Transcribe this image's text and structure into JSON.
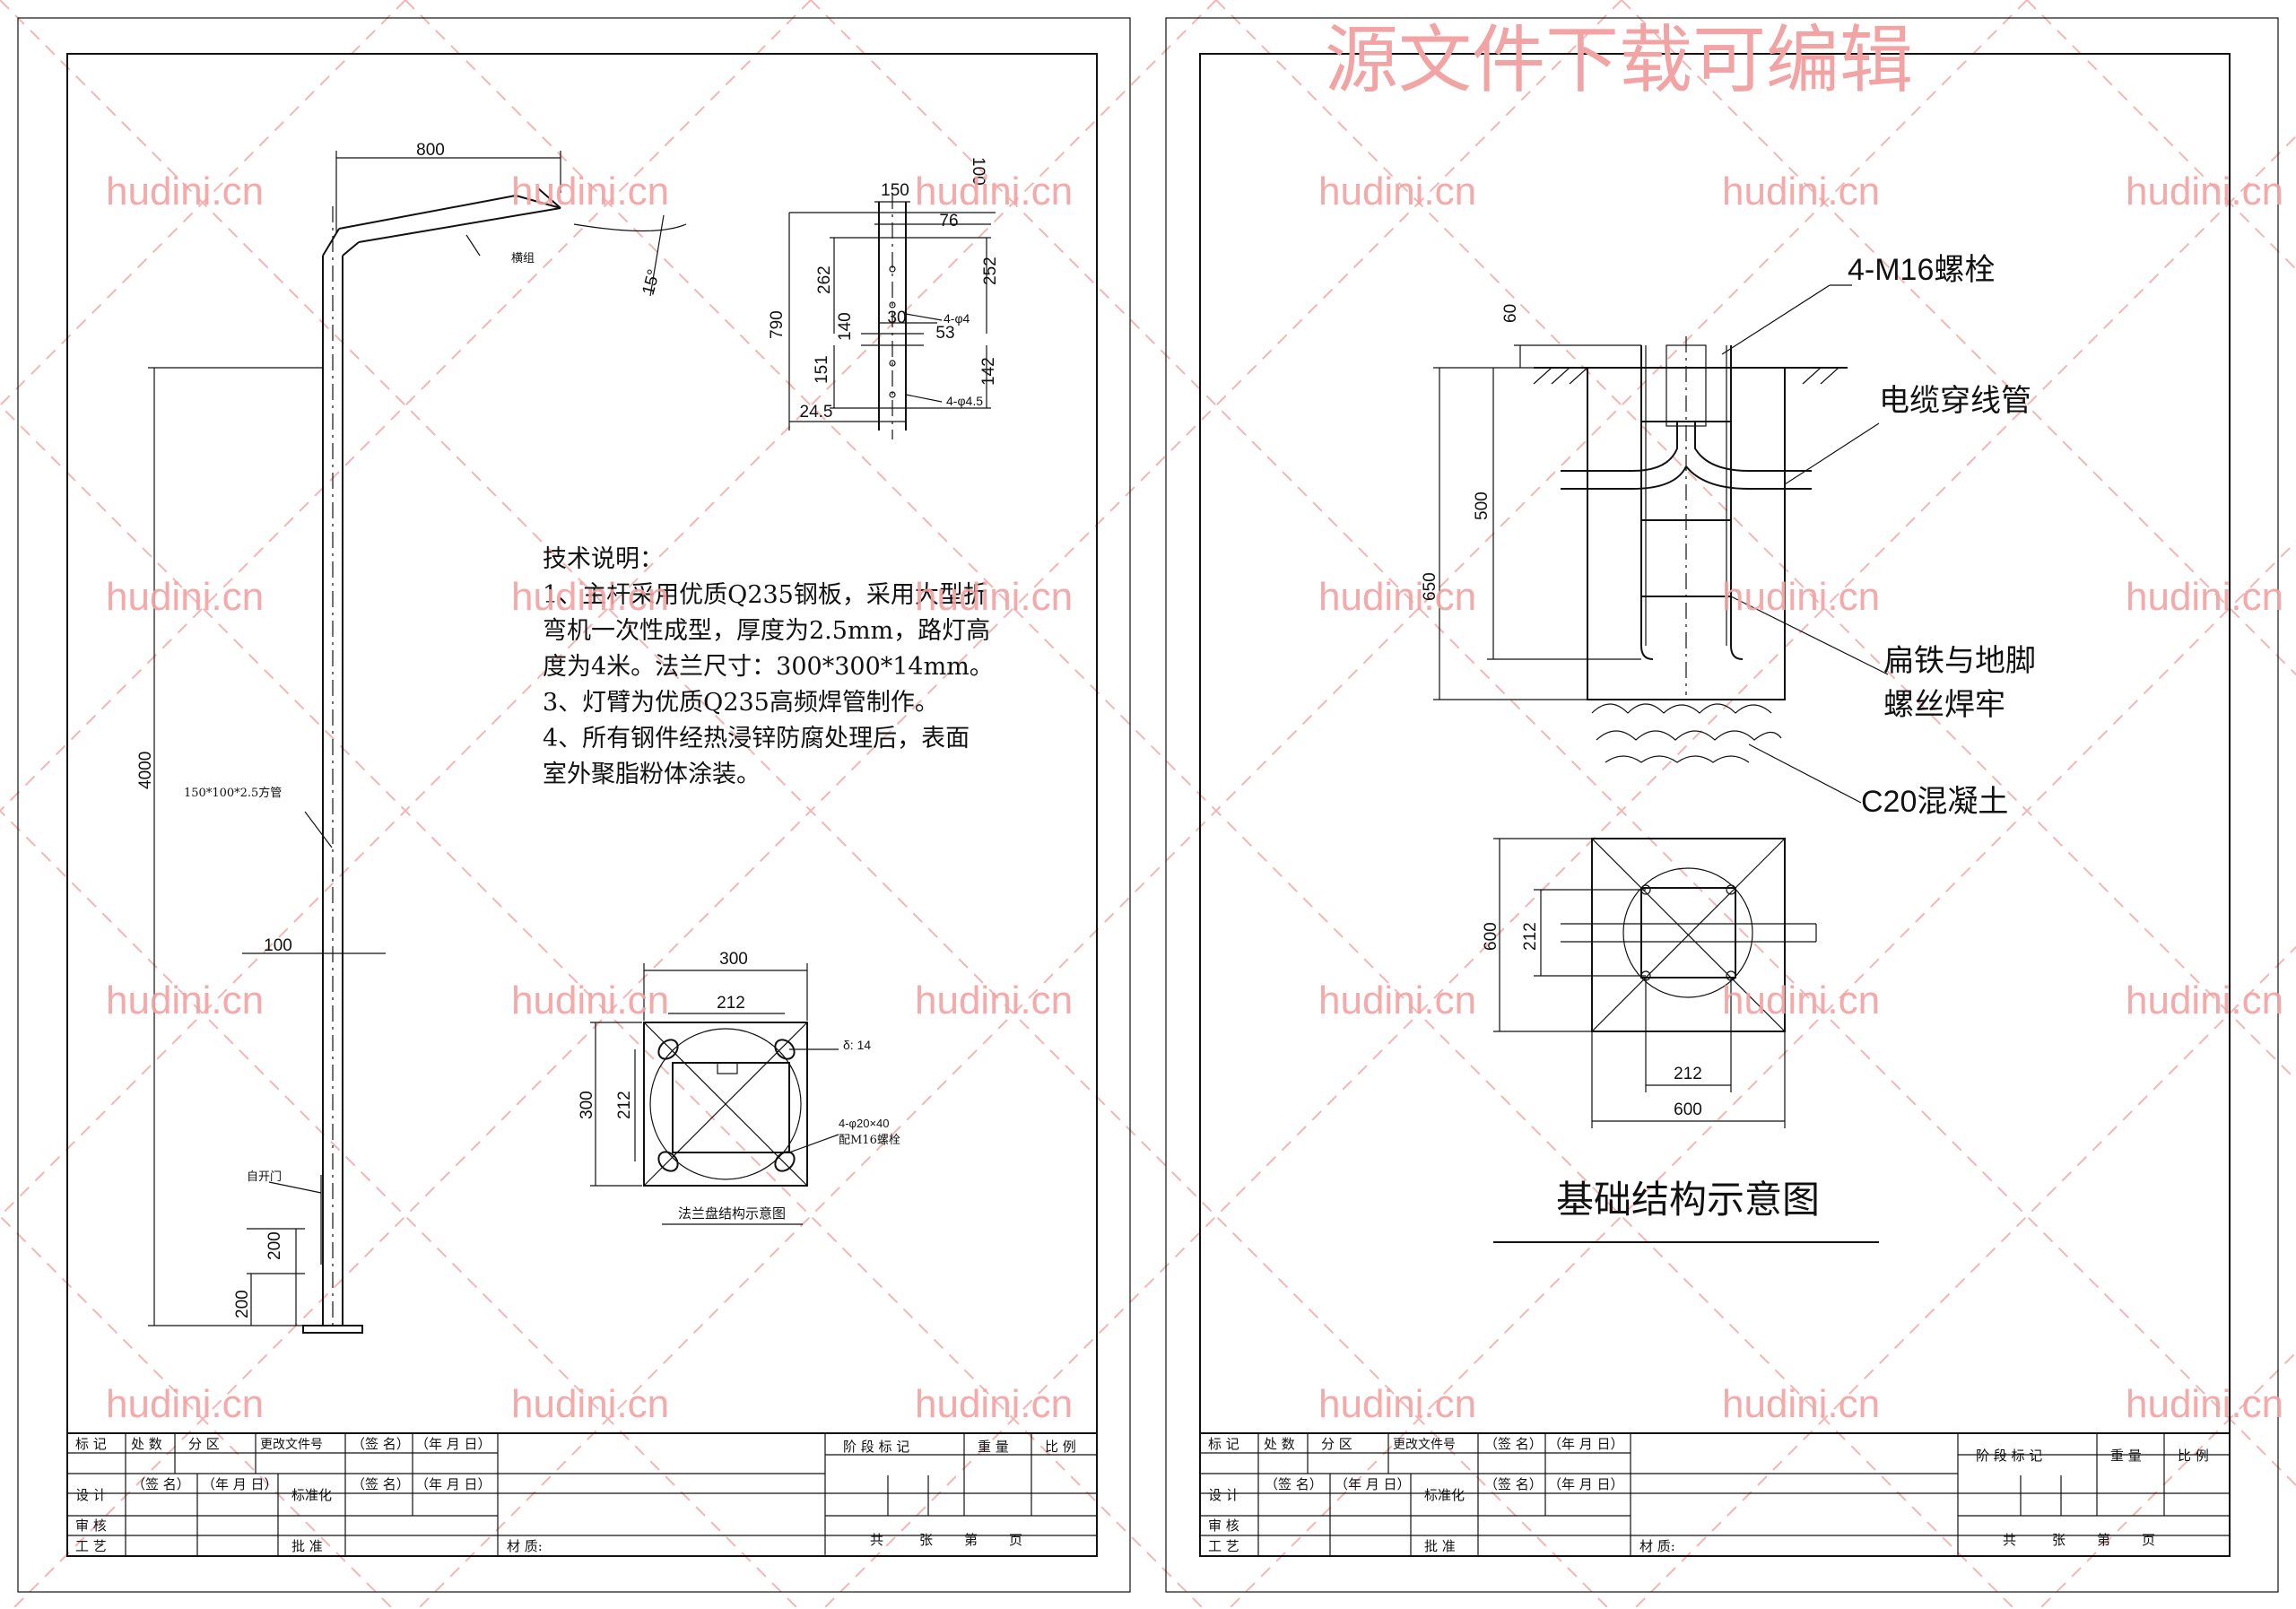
{
  "watermark": {
    "site": "hudini.cn",
    "banner": "源文件下载可编辑"
  },
  "left_sheet": {
    "dims": {
      "arm_length": "800",
      "arm_rise": "100",
      "arm_angle": "15°",
      "height_total": "4000",
      "door_height": "200",
      "door_base": "200",
      "pole_width": "100",
      "flange_width": "300",
      "flange_height": "300",
      "bolt_span_h": "212",
      "bolt_span_v": "212"
    },
    "labels": {
      "arm_label": "横组",
      "pole_spec": "150*100*2.5方管",
      "door_label": "自开门",
      "flange_thickness": "δ: 14",
      "flange_holes": "4-φ20×40",
      "flange_bolts": "配M16螺栓",
      "flange_title": "法兰盘结构示意图"
    },
    "detail_dims": {
      "d150": "150",
      "d76": "76",
      "d262": "262",
      "d252": "252",
      "d790": "790",
      "d140": "140",
      "d30": "30",
      "d53": "53",
      "holes_a": "4-φ4",
      "d151": "151",
      "d142": "142",
      "holes_b": "4-φ4.5",
      "d24_5": "24.5"
    },
    "tech_notes": {
      "heading": "技术说明：",
      "line1": "1、主杆采用优质Q235钢板，采用大型折",
      "line2": "弯机一次性成型，厚度为2.5mm，路灯高",
      "line3": "度为4米。法兰尺寸：300*300*14mm。",
      "line4": "3、灯臂为优质Q235高频焊管制作。",
      "line5": "4、所有钢件经热浸锌防腐处理后，表面",
      "line6": "室外聚脂粉体涂装。"
    }
  },
  "right_sheet": {
    "labels": {
      "bolts": "4-M16螺栓",
      "conduit": "电缆穿线管",
      "weld_1": "扁铁与地脚",
      "weld_2": "螺丝焊牢",
      "concrete": "C20混凝土",
      "title": "基础结构示意图"
    },
    "dims": {
      "d60": "60",
      "d500": "500",
      "d650": "650",
      "d600_v": "600",
      "d212_v": "212",
      "d212_h": "212",
      "d600_h": "600"
    }
  },
  "title_block": {
    "r1": [
      "标 记",
      "处 数",
      "分 区",
      "更改文件号",
      "（签 名）",
      "（年 月 日）"
    ],
    "design": "设 计",
    "sign": "（签 名）",
    "date": "（年 月 日）",
    "standard": "标准化",
    "sign2": "（签 名）",
    "date2": "（年 月 日）",
    "review": "审 核",
    "craft": "工 艺",
    "approve": "批 准",
    "material": "材 质:",
    "stage": "阶 段 标 记",
    "weight": "重 量",
    "scale": "比 例",
    "total": "共",
    "sheets": "张",
    "page_no": "第",
    "page": "页"
  }
}
